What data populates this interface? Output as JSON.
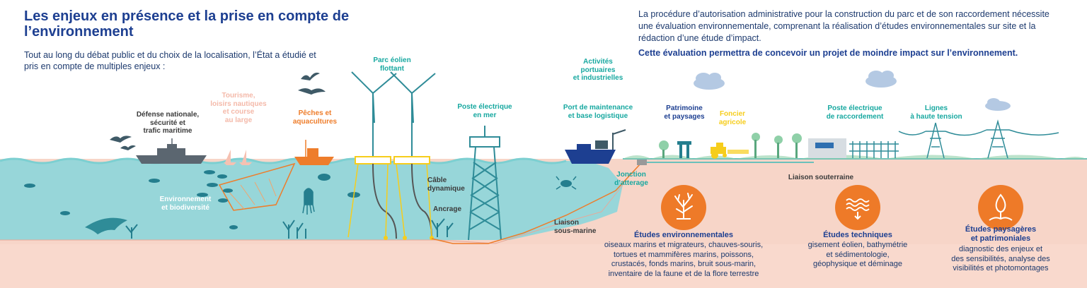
{
  "header": {
    "title": "Les enjeux en présence et la prise en compte de l’environnement",
    "intro": "Tout au long du débat public et du choix de la localisation, l’État a étudié et pris en compte de multiples enjeux :"
  },
  "procedure": {
    "text": "La procédure d’autorisation administrative pour la construction du parc et de son raccordement nécessite une évaluation environnementale, comprenant la réalisation d’études environnementales sur site et la rédaction d’une étude d’impact.",
    "conclusion": "Cette évaluation permettra de concevoir un projet de moindre impact sur l’environnement."
  },
  "labels": {
    "defense": "Défense nationale,\nsécurité et\ntrafic maritime",
    "tourisme": "Tourisme,\nloisirs nautiques\net course\nau large",
    "peches": "Pêches et\naquacultures",
    "parc": "Parc éolien\nflottant",
    "poste_mer": "Poste électrique\nen mer",
    "activites": "Activités\nportuaires\net industrielles",
    "port": "Port de maintenance\net base logistique",
    "patrimoine": "Patrimoine\net paysages",
    "foncier": "Foncier\nagricole",
    "poste_raccordement": "Poste électrique\nde raccordement",
    "lignes": "Lignes\nà haute tension",
    "environnement": "Environnement\net biodiversité",
    "cable": "Câble\ndynamique",
    "ancrage": "Ancrage",
    "liaison_sous_marine": "Liaison\nsous-marine",
    "jonction": "Jonction\nd’atterage",
    "liaison_souterraine": "Liaison souterraine"
  },
  "studies": [
    {
      "heading": "Études environnementales",
      "body": "oiseaux marins et migrateurs, chauves-souris,\ntortues et mammifères marins, poissons,\ncrustacés, fonds marins, bruit sous-marin,\ninventaire de la faune et de la flore terrestre",
      "icon": "coral-icon"
    },
    {
      "heading": "Études techniques",
      "body": "gisement éolien, bathymétrie\net sédimentologie,\ngéophysique et déminage",
      "icon": "waves-icon"
    },
    {
      "heading": "Études paysagères\net patrimoniales",
      "body": "diagnostic des enjeux et\ndes sensibilités, analyse des\nvisibilités et photomontages",
      "icon": "landscape-icon"
    }
  ],
  "colors": {
    "title": "#1d3f91",
    "sea": "#97d6d9",
    "seabed": "#f7cfc1",
    "accent_orange": "#ee7d2b",
    "teal_label": "#17a8a0",
    "ground_line": "#6bc1bb"
  }
}
